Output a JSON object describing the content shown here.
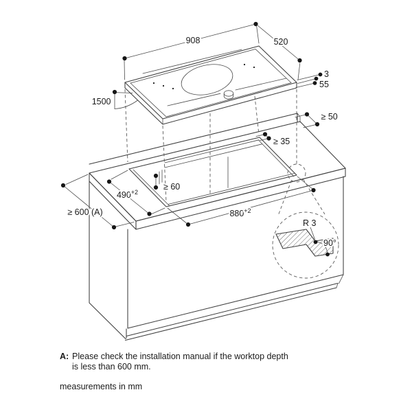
{
  "labels": {
    "cooktop_width": "908",
    "cooktop_depth": "520",
    "glass_edge_height": "3",
    "body_height": "55",
    "cable_length": "1500",
    "rear_wall_clearance": "≥ 50",
    "back_edge_clearance": "≥ 35",
    "cutout_depth": {
      "value": "490",
      "tol": "+2"
    },
    "cutout_width": {
      "value": "880",
      "tol": "+2"
    },
    "side_clearance": "≥ 60",
    "worktop_depth": "≥ 600 (A)",
    "corner_radius": "R 3",
    "corner_angle": "90°"
  },
  "footer": {
    "note_label": "A:",
    "note_line1": "Please check the installation manual if the worktop depth",
    "note_line2": "is less than 600 mm.",
    "units_line": "measurements in mm"
  },
  "colors": {
    "line": "#3c3c3c",
    "text": "#1a1a1a",
    "background": "#ffffff"
  }
}
